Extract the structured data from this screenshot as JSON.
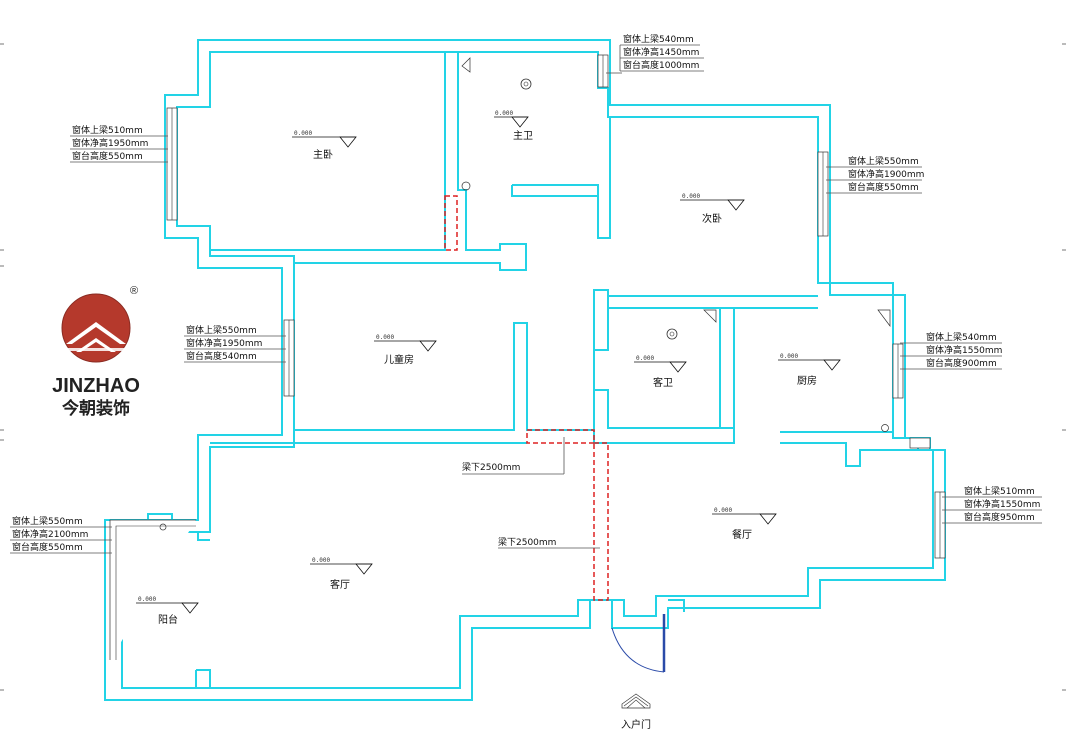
{
  "brand": {
    "name_en": "JINZHAO",
    "name_cn": "今朝装饰",
    "registered_mark": "®",
    "colors": {
      "red": "#b5392c",
      "dark": "#222222"
    }
  },
  "colors": {
    "wall": "#22d3e6",
    "beam": "#dd2222"
  },
  "rooms": {
    "master_bed": "主卧",
    "master_bath": "主卫",
    "second_bed": "次卧",
    "kids_room": "儿童房",
    "guest_bath": "客卫",
    "kitchen": "厨房",
    "dining": "餐厅",
    "living": "客厅",
    "balcony": "阳台"
  },
  "elevation_mark": "0.000",
  "beams": {
    "beam1": "梁下2500mm",
    "beam2": "梁下2500mm"
  },
  "entrance": "入户门",
  "windows": {
    "top_master_bath": [
      "窗体上梁540mm",
      "窗体净高1450mm",
      "窗台高度1000mm"
    ],
    "left_master_bed": [
      "窗体上梁510mm",
      "窗体净高1950mm",
      "窗台高度550mm"
    ],
    "right_second_bed": [
      "窗体上梁550mm",
      "窗体净高1900mm",
      "窗台高度550mm"
    ],
    "left_kids": [
      "窗体上梁550mm",
      "窗体净高1950mm",
      "窗台高度540mm"
    ],
    "right_kitchen": [
      "窗体上梁540mm",
      "窗体净高1550mm",
      "窗台高度900mm"
    ],
    "left_balcony": [
      "窗体上梁550mm",
      "窗体净高2100mm",
      "窗台高度550mm"
    ],
    "right_dining": [
      "窗体上梁510mm",
      "窗体净高1550mm",
      "窗台高度950mm"
    ]
  }
}
